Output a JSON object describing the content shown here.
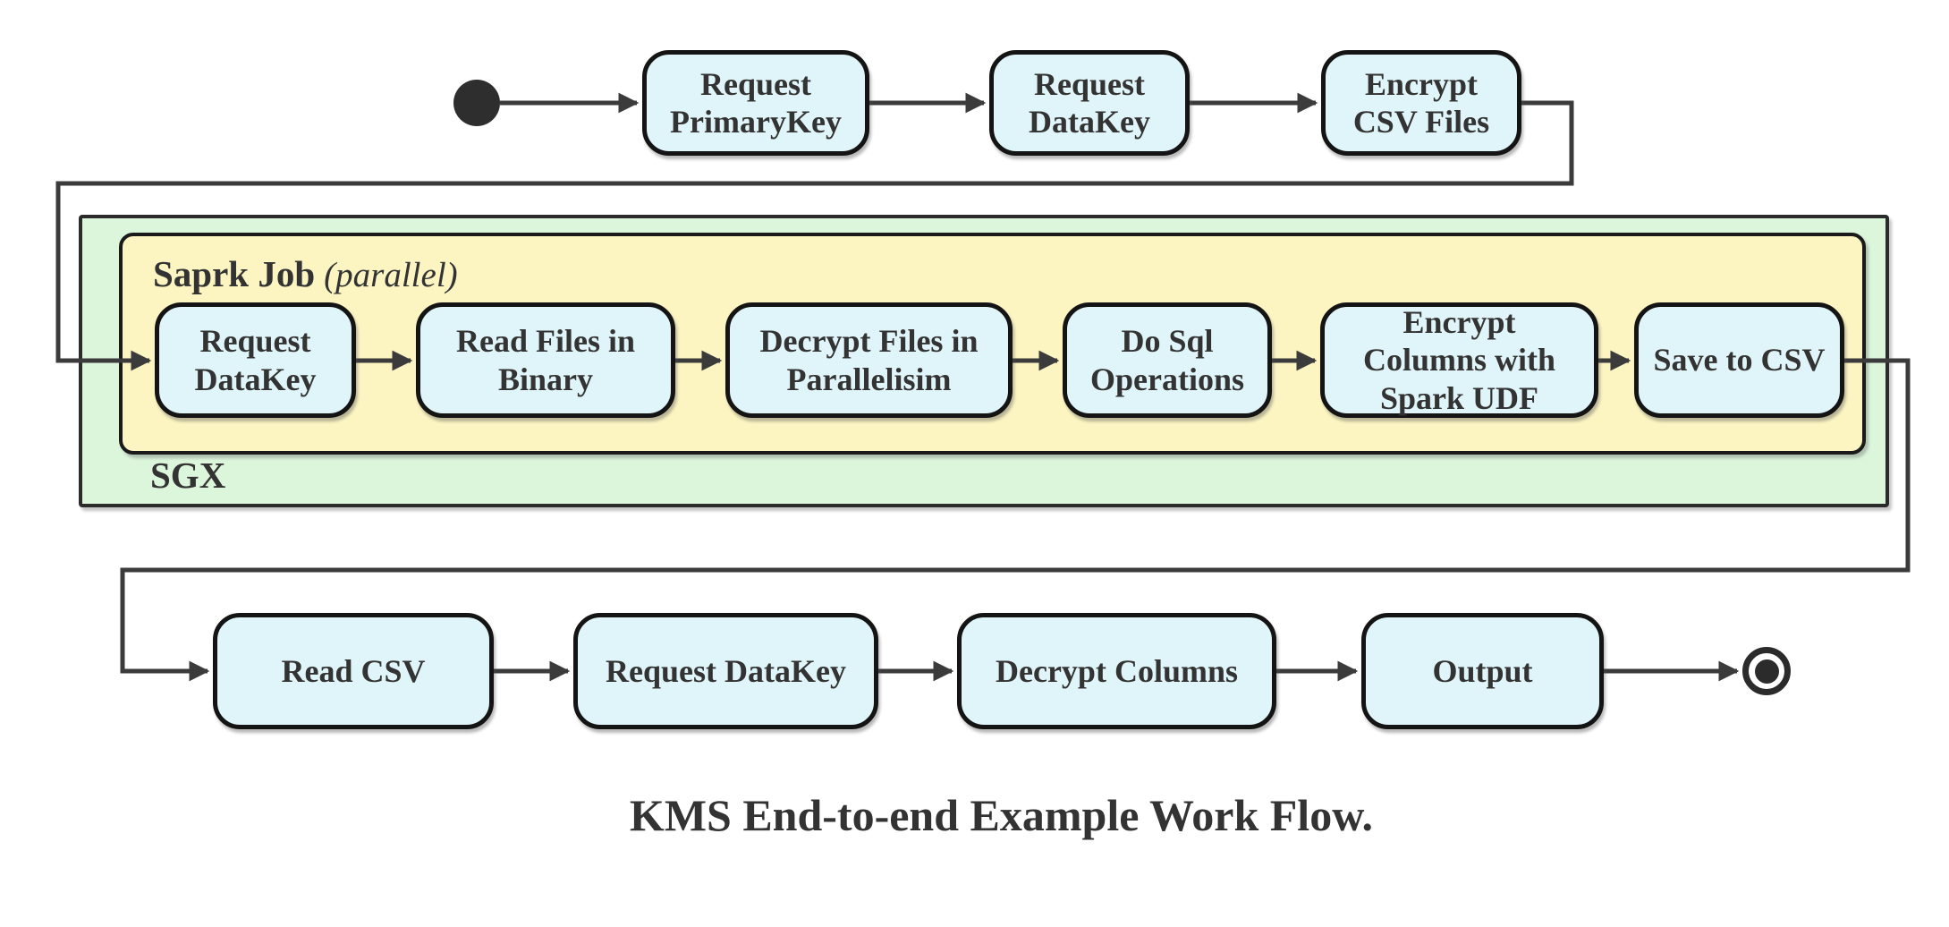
{
  "diagram": {
    "caption": "KMS End-to-end Example Work Flow.",
    "top_row": {
      "nodes": [
        {
          "label": "Request\nPrimaryKey"
        },
        {
          "label": "Request\nDataKey"
        },
        {
          "label": "Encrypt\nCSV Files"
        }
      ]
    },
    "sgx_container": {
      "label": "SGX",
      "spark_job_container": {
        "label": "Saprk Job",
        "label_annotation": "(parallel)",
        "nodes": [
          {
            "label": "Request\nDataKey"
          },
          {
            "label": "Read Files in\nBinary"
          },
          {
            "label": "Decrypt Files in\nParallelisim"
          },
          {
            "label": "Do Sql\nOperations"
          },
          {
            "label": "Encrypt\nColumns with\nSpark UDF"
          },
          {
            "label": "Save to CSV"
          }
        ]
      }
    },
    "bottom_row": {
      "nodes": [
        {
          "label": "Read CSV"
        },
        {
          "label": "Request DataKey"
        },
        {
          "label": "Decrypt Columns"
        },
        {
          "label": "Output"
        }
      ]
    },
    "colors": {
      "node_fill": "#e0f5f9",
      "spark_container_fill": "#fcf5c2",
      "sgx_container_fill": "#dcf6dc",
      "border": "#1a1a1a",
      "line": "#3b3b3b",
      "text": "#333333"
    }
  }
}
